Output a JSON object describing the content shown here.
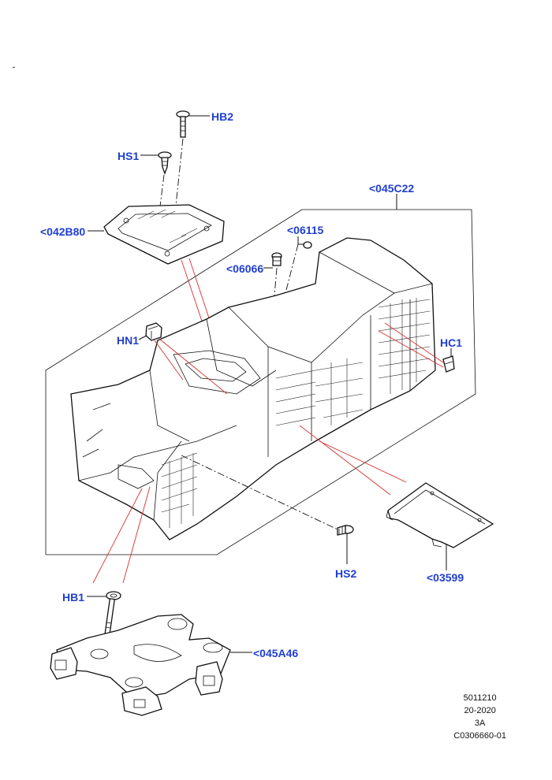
{
  "callouts": {
    "hb2": "HB2",
    "hs1": "HS1",
    "p042b80": "<042B80",
    "p045c22": "<045C22",
    "p06115": "<06115",
    "p06066": "<06066",
    "hn1": "HN1",
    "hc1": "HC1",
    "hs2": "HS2",
    "p03599": "<03599",
    "hb1": "HB1",
    "p045a46": "<045A46"
  },
  "footer": {
    "line1": "5011210",
    "line2": "20-2020",
    "line3": "3A",
    "line4": "C0306660-01"
  },
  "colors": {
    "callout": "#1f3fd0",
    "leader_red": "#d63030",
    "linework": "#111111"
  }
}
